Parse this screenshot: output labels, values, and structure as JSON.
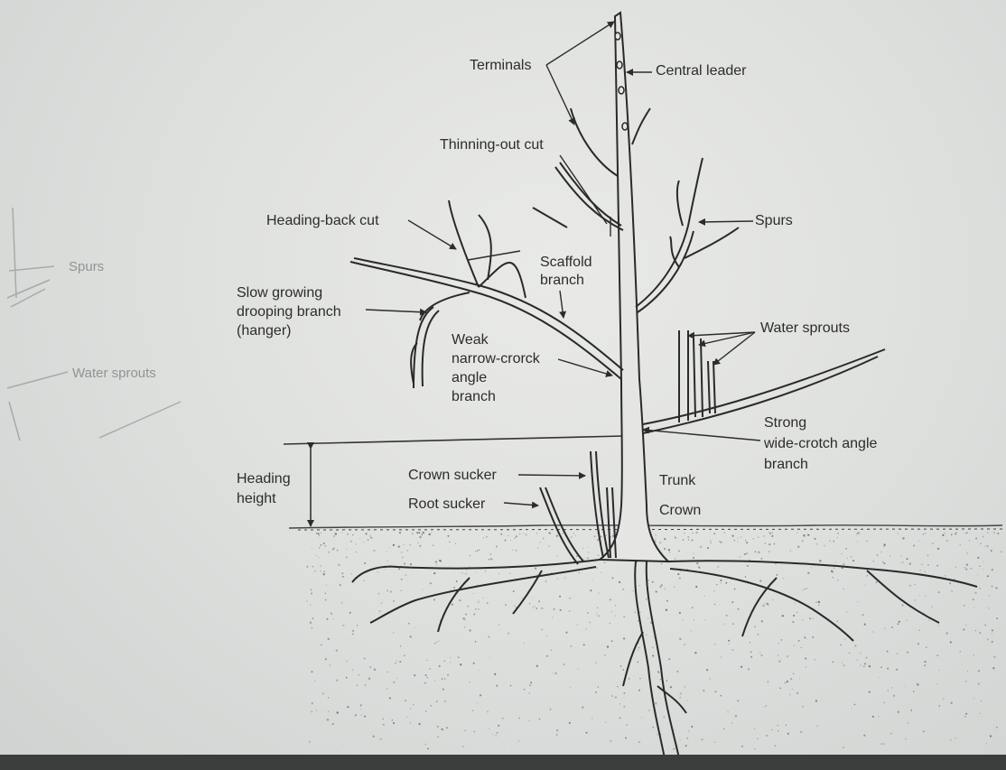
{
  "labels": {
    "terminals": "Terminals",
    "central_leader": "Central leader",
    "thinning_out_cut": "Thinning-out cut",
    "heading_back_cut": "Heading-back cut",
    "spurs": "Spurs",
    "scaffold_branch_line1": "Scaffold",
    "scaffold_branch_line2": "branch",
    "slow_growing_line1": "Slow growing",
    "slow_growing_line2": "drooping branch",
    "slow_growing_line3": "(hanger)",
    "water_sprouts": "Water sprouts",
    "weak_line1": "Weak",
    "weak_line2": "narrow-crorck",
    "weak_line3": "angle",
    "weak_line4": "branch",
    "strong_line1": "Strong",
    "strong_line2": "wide-crotch angle",
    "strong_line3": "branch",
    "heading_height_line1": "Heading",
    "heading_height_line2": "height",
    "crown_sucker": "Crown sucker",
    "root_sucker": "Root sucker",
    "trunk": "Trunk",
    "crown": "Crown"
  },
  "faded_labels": {
    "spurs": "Spurs",
    "water_sprouts": "Water sprouts"
  },
  "colors": {
    "ink": "#2c2c2c",
    "paper": "#e3e5e3"
  }
}
